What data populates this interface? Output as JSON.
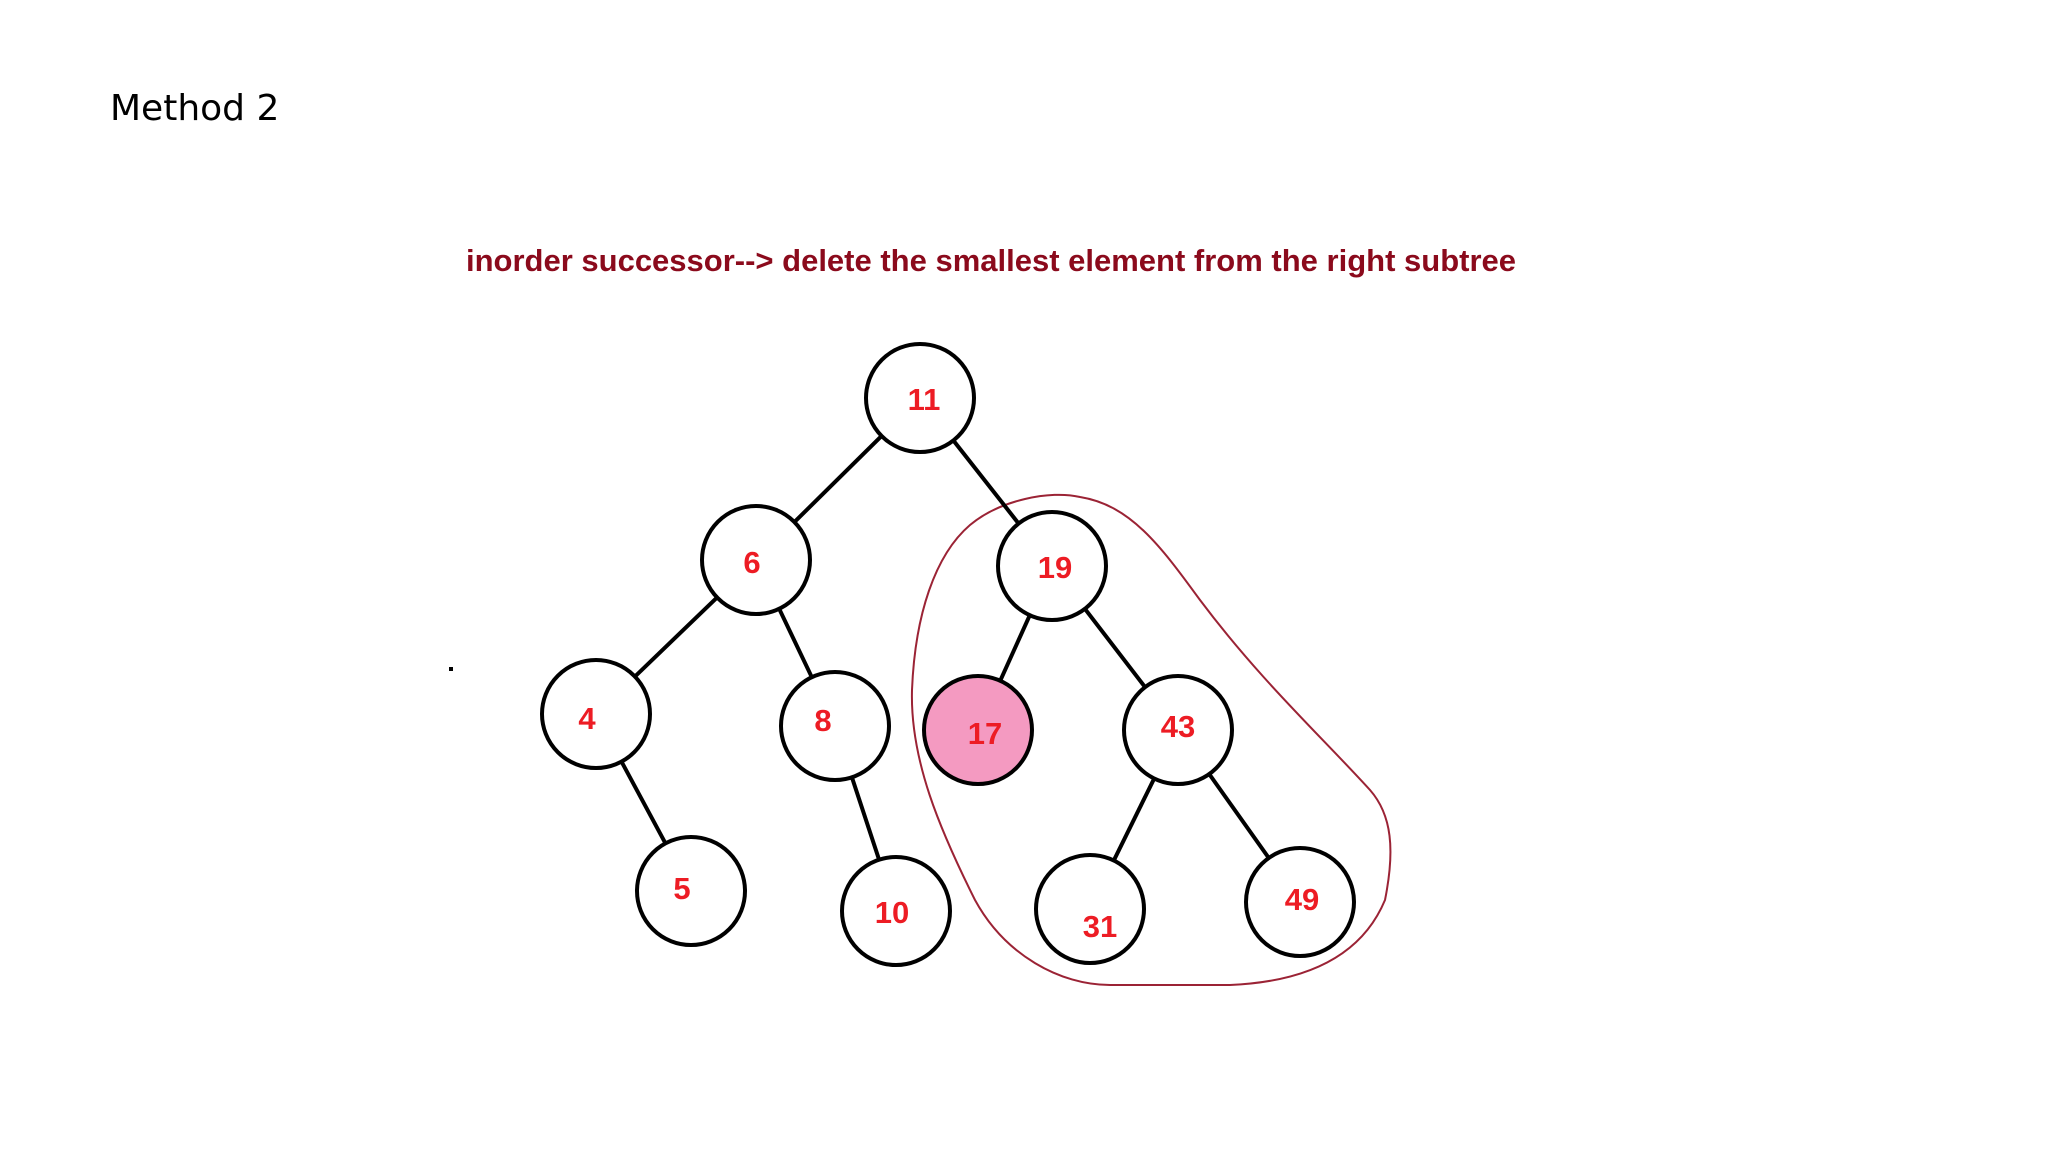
{
  "slide": {
    "title": "Method 2",
    "caption": "inorder successor--> delete the smallest element from the right subtree"
  },
  "colors": {
    "caption": "#8b0a1c",
    "node_label": "#ed1c24",
    "node_stroke": "#000000",
    "highlight_fill": "#f49ac1",
    "subtree_outline": "#9b2335"
  },
  "tree": {
    "nodes": [
      {
        "id": "n11",
        "label": "11"
      },
      {
        "id": "n6",
        "label": "6"
      },
      {
        "id": "n19",
        "label": "19"
      },
      {
        "id": "n4",
        "label": "4"
      },
      {
        "id": "n8",
        "label": "8"
      },
      {
        "id": "n17",
        "label": "17",
        "highlighted": true
      },
      {
        "id": "n43",
        "label": "43"
      },
      {
        "id": "n5",
        "label": "5"
      },
      {
        "id": "n10",
        "label": "10"
      },
      {
        "id": "n31",
        "label": "31"
      },
      {
        "id": "n49",
        "label": "49"
      }
    ],
    "edges": [
      {
        "from": "n11",
        "to": "n6"
      },
      {
        "from": "n11",
        "to": "n19"
      },
      {
        "from": "n6",
        "to": "n4"
      },
      {
        "from": "n6",
        "to": "n8"
      },
      {
        "from": "n19",
        "to": "n17"
      },
      {
        "from": "n19",
        "to": "n43"
      },
      {
        "from": "n4",
        "to": "n5"
      },
      {
        "from": "n8",
        "to": "n10"
      },
      {
        "from": "n43",
        "to": "n31"
      },
      {
        "from": "n43",
        "to": "n49"
      }
    ],
    "outlined_subtree_root": "n19"
  }
}
